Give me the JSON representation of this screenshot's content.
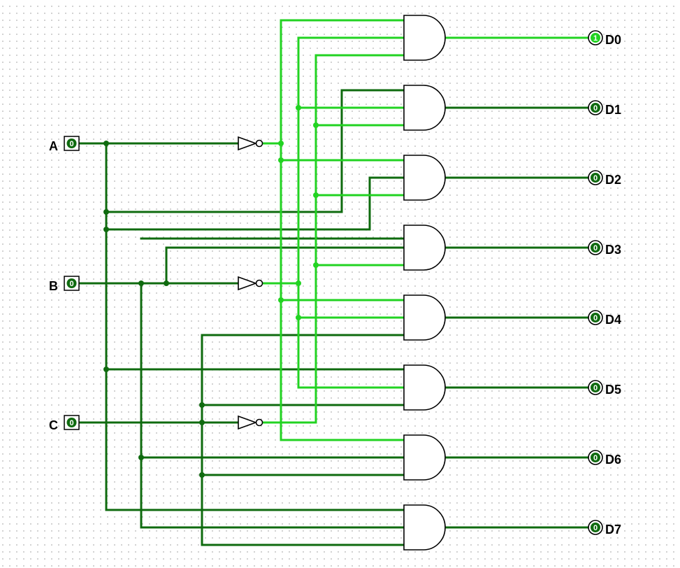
{
  "circuit": {
    "inputs": [
      {
        "name": "A",
        "value": "0"
      },
      {
        "name": "B",
        "value": "0"
      },
      {
        "name": "C",
        "value": "0"
      }
    ],
    "outputs": [
      {
        "name": "D0",
        "value": "1"
      },
      {
        "name": "D1",
        "value": "0"
      },
      {
        "name": "D2",
        "value": "0"
      },
      {
        "name": "D3",
        "value": "0"
      },
      {
        "name": "D4",
        "value": "0"
      },
      {
        "name": "D5",
        "value": "0"
      },
      {
        "name": "D6",
        "value": "0"
      },
      {
        "name": "D7",
        "value": "0"
      }
    ],
    "colors": {
      "wire_low": "#0f6b0f",
      "wire_high": "#22d322",
      "pin_low_fill": "#0f6b0f",
      "pin_high_fill": "#22d322"
    }
  }
}
